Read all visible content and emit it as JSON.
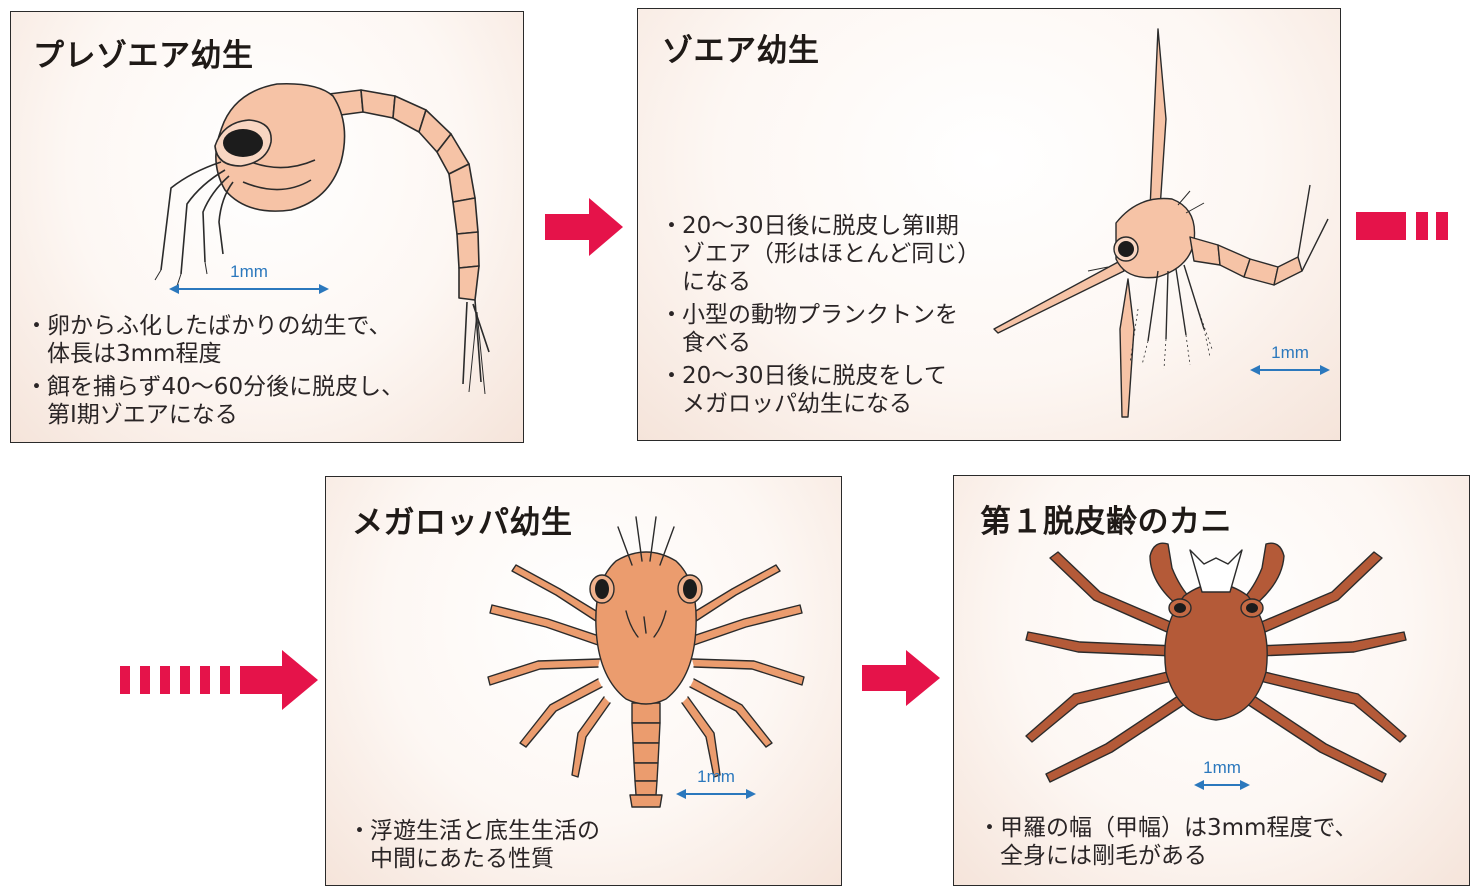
{
  "colors": {
    "arrow_red": "#e5134a",
    "scale_blue": "#2b78bd",
    "larva_fill": "#f6c3a6",
    "megalopa_fill": "#eb9c6e",
    "crab_fill": "#b45a38",
    "outline": "#2b2b2b"
  },
  "stages": [
    {
      "title": "プレゾエア幼生",
      "scale": "1mm",
      "notes": [
        [
          "卵からふ化したばかりの幼生で、",
          "体長は3mm程度"
        ],
        [
          "餌を捕らず40〜60分後に脱皮し、",
          "第Ⅰ期ゾエアになる"
        ]
      ]
    },
    {
      "title": "ゾエア幼生",
      "scale": "1mm",
      "notes": [
        [
          "20〜30日後に脱皮し第Ⅱ期",
          "ゾエア（形はほとんど同じ）",
          "になる"
        ],
        [
          "小型の動物プランクトンを",
          "食べる"
        ],
        [
          "20〜30日後に脱皮をして",
          "メガロッパ幼生になる"
        ]
      ]
    },
    {
      "title": "メガロッパ幼生",
      "scale": "1mm",
      "notes": [
        [
          "浮遊生活と底生生活の",
          "中間にあたる性質"
        ]
      ]
    },
    {
      "title": "第１脱皮齢のカニ",
      "scale": "1mm",
      "notes": [
        [
          "甲羅の幅（甲幅）は3mm程度で、",
          "全身には剛毛がある"
        ]
      ]
    }
  ]
}
